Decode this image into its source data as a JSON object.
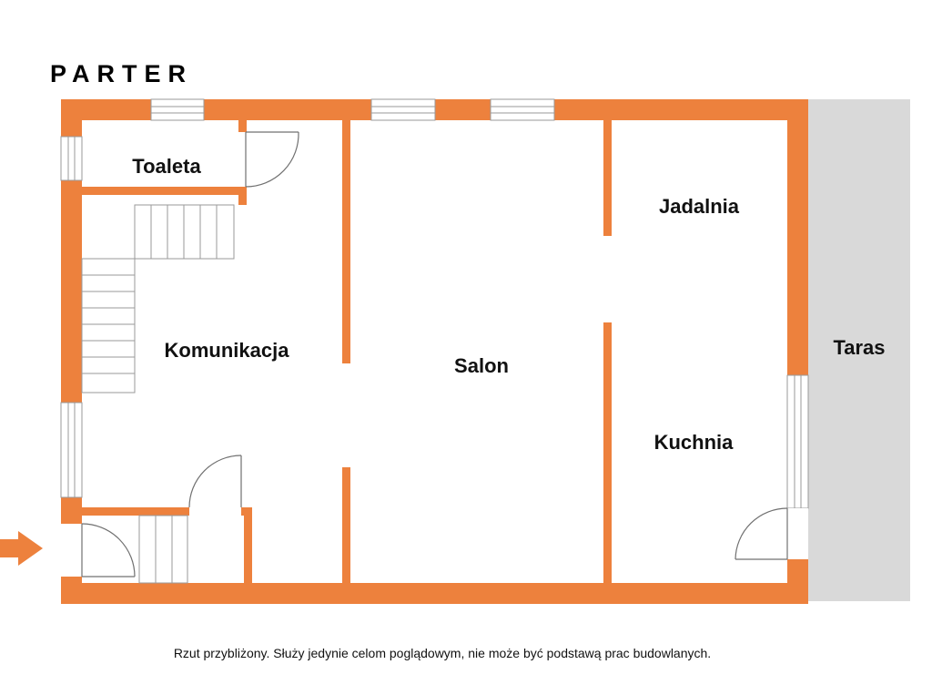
{
  "title": "PARTER",
  "rooms": {
    "toaleta": "Toaleta",
    "jadalnia": "Jadalnia",
    "komunikacja": "Komunikacja",
    "salon": "Salon",
    "kuchnia": "Kuchnia",
    "taras": "Taras"
  },
  "footnote": "Rzut przybliżony. Służy jedynie celom poglądowym, nie może być podstawą prac budowlanych.",
  "colors": {
    "wall": "#ED813D",
    "terrace": "#D9D9D9",
    "window_frame": "#9A9A9A",
    "label": "#111111"
  }
}
